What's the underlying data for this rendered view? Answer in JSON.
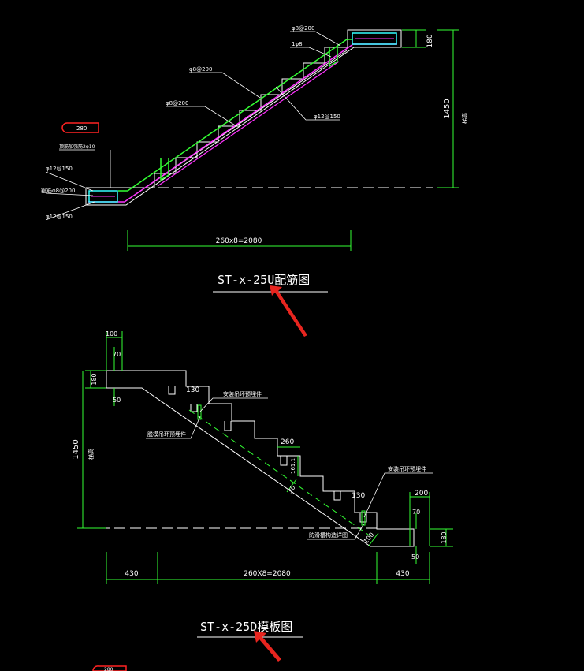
{
  "colors": {
    "background": "#000000",
    "outline": "#ffffff",
    "dimension": "#33ff33",
    "rebar_magenta": "#ff33ff",
    "rebar_cyan": "#33ffff",
    "tag_red": "#ff2222",
    "arrow_red": "#e8251f"
  },
  "top_drawing": {
    "title": "ST-x-25U配筋图",
    "labels": {
      "top_stirrup": "φ8@200",
      "top_bar": "1φ8",
      "dist_1": "φ8@200",
      "dist_2": "φ8@200",
      "main_bar": "φ12@150",
      "tag": "280",
      "side_note": "顶筋加强筋2φ10",
      "left_bar_1": "φ12@150",
      "left_stirrup": "箍筋φ8@200",
      "left_bar_2": "φ12@150"
    },
    "dims": {
      "top_height": "180",
      "total_height": "1450",
      "total_height_note": "梯高",
      "run": "260x8=2080"
    }
  },
  "bottom_drawing": {
    "title": "ST-x-25D模板图",
    "labels": {
      "note_1": "安装吊环预埋件",
      "note_2": "脱模吊环预埋件",
      "note_3": "安装吊环预埋件",
      "note_4": "防滑槽构造详图"
    },
    "dims": {
      "top_w": "100",
      "top_70": "70",
      "top_180": "180",
      "top_50": "50",
      "step_130_a": "130",
      "tread": "260",
      "riser": "161.1",
      "diag_a": "30",
      "step_130_b": "130",
      "total_height": "1450",
      "total_height_note": "梯高",
      "right_200": "200",
      "right_70": "70",
      "right_180": "180",
      "right_50": "50",
      "diag_b": "100",
      "left_run": "430",
      "run": "260X8=2080",
      "right_run": "430"
    }
  },
  "partial_tag": "280"
}
